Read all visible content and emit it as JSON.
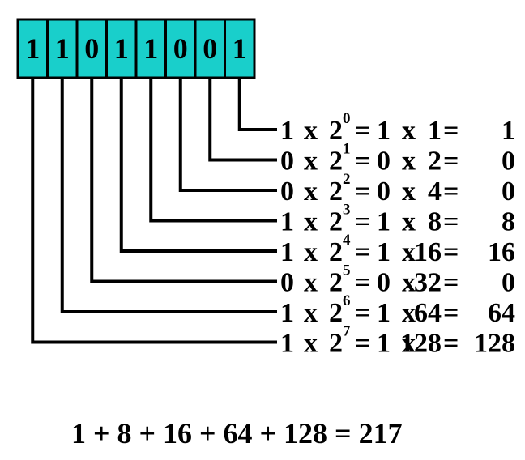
{
  "bits": [
    "1",
    "1",
    "0",
    "1",
    "1",
    "0",
    "0",
    "1"
  ],
  "rows": [
    {
      "bit": "1",
      "exp": "0",
      "mult_bit": "1",
      "power": "1",
      "result": "1"
    },
    {
      "bit": "0",
      "exp": "1",
      "mult_bit": "0",
      "power": "2",
      "result": "0"
    },
    {
      "bit": "0",
      "exp": "2",
      "mult_bit": "0",
      "power": "4",
      "result": "0"
    },
    {
      "bit": "1",
      "exp": "3",
      "mult_bit": "1",
      "power": "8",
      "result": "8"
    },
    {
      "bit": "1",
      "exp": "4",
      "mult_bit": "1",
      "power": "16",
      "result": "16"
    },
    {
      "bit": "0",
      "exp": "5",
      "mult_bit": "0",
      "power": "32",
      "result": "0"
    },
    {
      "bit": "1",
      "exp": "6",
      "mult_bit": "1",
      "power": "64",
      "result": "64"
    },
    {
      "bit": "1",
      "exp": "7",
      "mult_bit": "1",
      "power": "128",
      "result": "128"
    }
  ],
  "symbols": {
    "times": "x",
    "base": "2",
    "equals": "="
  },
  "sum_text": "1 + 8 + 16 + 64 + 128 = 217",
  "colors": {
    "cell_fill": "#19cfcb",
    "ink": "#000000"
  }
}
